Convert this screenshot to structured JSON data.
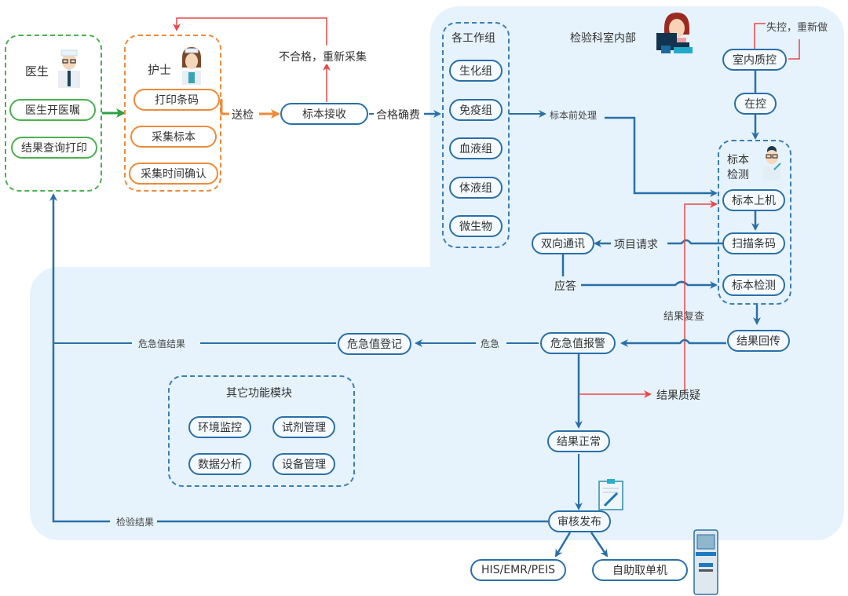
{
  "colors": {
    "primary_blue": "#2a6fa8",
    "doctor_green": "#4cb050",
    "nurse_orange": "#ef8a3a",
    "error_red": "#e84848",
    "region_bg": "#e6f3fc"
  },
  "doctor": {
    "title": "医生",
    "icon": "doctor-icon",
    "items": [
      "医生开医嘱",
      "结果查询打印"
    ]
  },
  "nurse": {
    "title": "护士",
    "icon": "nurse-icon",
    "items": [
      "打印条码",
      "采集标本",
      "采集时间确认"
    ]
  },
  "flow": {
    "send_label": "送检",
    "reception": "标本接收",
    "reject_label": "不合格，重新采集",
    "accept_label": "合格确费",
    "pretreatment_label": "标本前处理"
  },
  "lab": {
    "title": "检验科室内部",
    "icon": "lab-technician-icon",
    "groups_title": "各工作组",
    "groups": [
      "生化组",
      "免疫组",
      "血液组",
      "体液组",
      "微生物"
    ],
    "qc": "室内质控",
    "qc_fail_label": "失控，重新做",
    "in_control": "在控",
    "testing_title_1": "标本",
    "testing_title_2": "检测",
    "testing_icon": "tester-icon",
    "testing_steps": [
      "标本上机",
      "扫描条码",
      "标本检测"
    ],
    "bidirectional": "双向通讯",
    "item_request_label": "项目请求",
    "reply_label": "应答",
    "result_recheck_label": "结果复查",
    "result_return": "结果回传",
    "critical_alarm": "危急值报警",
    "critical_label": "危急",
    "critical_register": "危急值登记",
    "critical_result_label": "危急值结果",
    "result_doubt": "结果质疑",
    "result_normal": "结果正常",
    "review_publish": "审核发布",
    "review_icon": "clipboard-icon",
    "test_result_label": "检验结果"
  },
  "other_modules": {
    "title": "其它功能模块",
    "items": [
      "环境监控",
      "试剂管理",
      "数据分析",
      "设备管理"
    ]
  },
  "outputs": {
    "his": "HIS/EMR/PEIS",
    "kiosk": "自助取单机",
    "kiosk_icon": "kiosk-icon"
  }
}
